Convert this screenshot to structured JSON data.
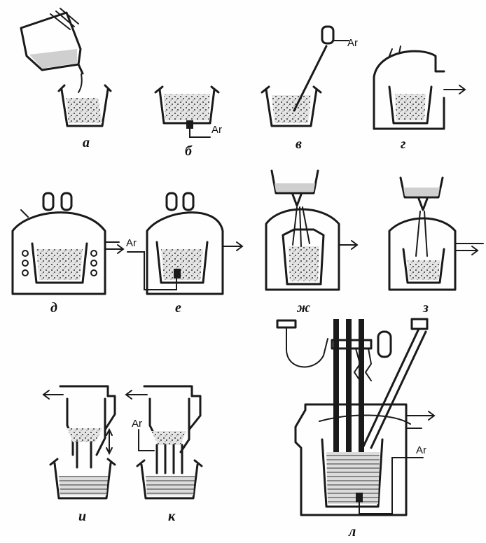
{
  "labels": {
    "a": "а",
    "b": "б",
    "v": "в",
    "g": "г",
    "d": "д",
    "e": "е",
    "zh": "ж",
    "z": "з",
    "i": "и",
    "k": "к",
    "l": "л"
  },
  "gas": {
    "b": "Ar",
    "v": "Ar",
    "e": "Ar",
    "k": "Ar",
    "l": "Ar"
  }
}
